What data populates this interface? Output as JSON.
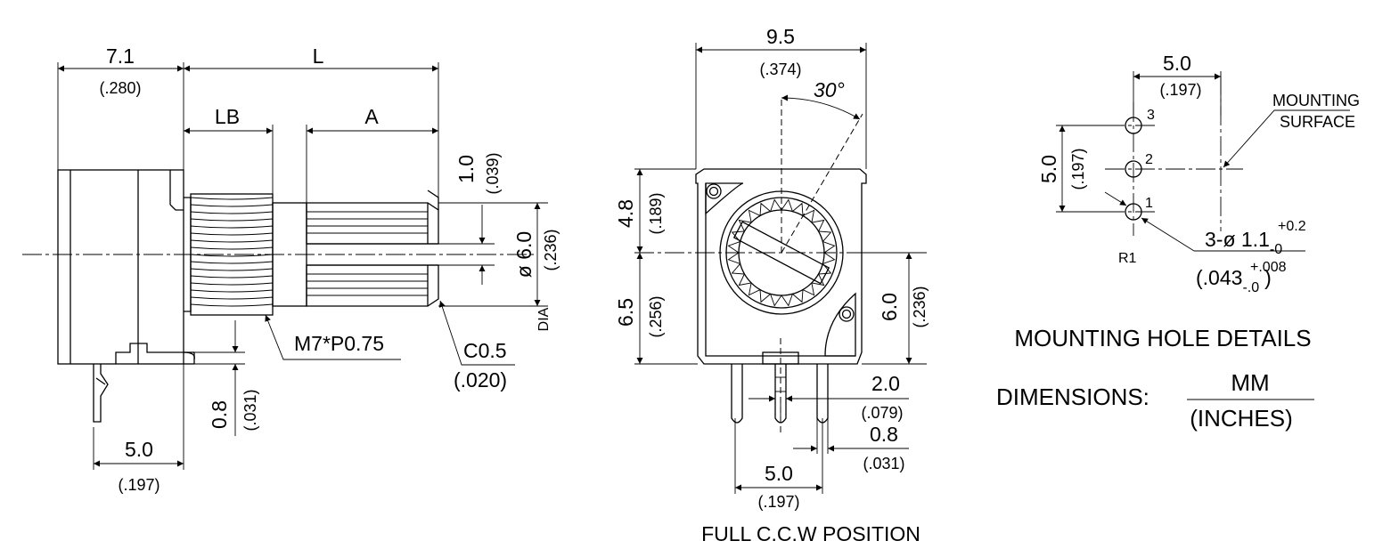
{
  "side_view": {
    "dim_body_mm": "7.1",
    "dim_body_in": "(.280)",
    "dim_length": "L",
    "dim_bushing": "LB",
    "dim_shaft": "A",
    "dim_flat_mm": "1.0",
    "dim_flat_in": "(.039)",
    "dim_shaft_dia_mm": "ø 6.0",
    "dim_shaft_dia_in": "(.236)",
    "dia_label": "DIA",
    "thread_label": "M7*P0.75",
    "chamfer_mm": "C0.5",
    "chamfer_in": "(.020)",
    "pin_thick_mm": "0.8",
    "pin_thick_in": "(.031)",
    "pin_offset_mm": "5.0",
    "pin_offset_in": "(.197)"
  },
  "front_view": {
    "width_mm": "9.5",
    "width_in": "(.374)",
    "angle": "30°",
    "top_mm": "4.8",
    "top_in": "(.189)",
    "bottom_mm": "6.5",
    "bottom_in": "(.256)",
    "right_mm": "6.0",
    "right_in": "(.236)",
    "pin_pitch_mm": "2.0",
    "pin_pitch_in": "(.079)",
    "pin_width_mm": "0.8",
    "pin_width_in": "(.031)",
    "pin_span_mm": "5.0",
    "pin_span_in": "(.197)",
    "caption": "FULL C.C.W POSITION"
  },
  "mounting": {
    "width_mm": "5.0",
    "width_in": "(.197)",
    "height_mm": "5.0",
    "height_in": "(.197)",
    "surface_line1": "MOUNTING",
    "surface_line2": "SURFACE",
    "pin1": "1",
    "pin2": "2",
    "pin3": "3",
    "ref": "R1",
    "hole_prefix": "3-ø 1.1",
    "hole_tol_plus": "+0.2",
    "hole_tol_minus": "-0",
    "hole_in_prefix": "(.043",
    "hole_in_plus": "+.008",
    "hole_in_minus": "-.0",
    "hole_in_suffix": ")",
    "title": "MOUNTING HOLE DETAILS"
  },
  "legend": {
    "label": "DIMENSIONS:",
    "unit_top": "MM",
    "unit_bottom": "(INCHES)"
  }
}
